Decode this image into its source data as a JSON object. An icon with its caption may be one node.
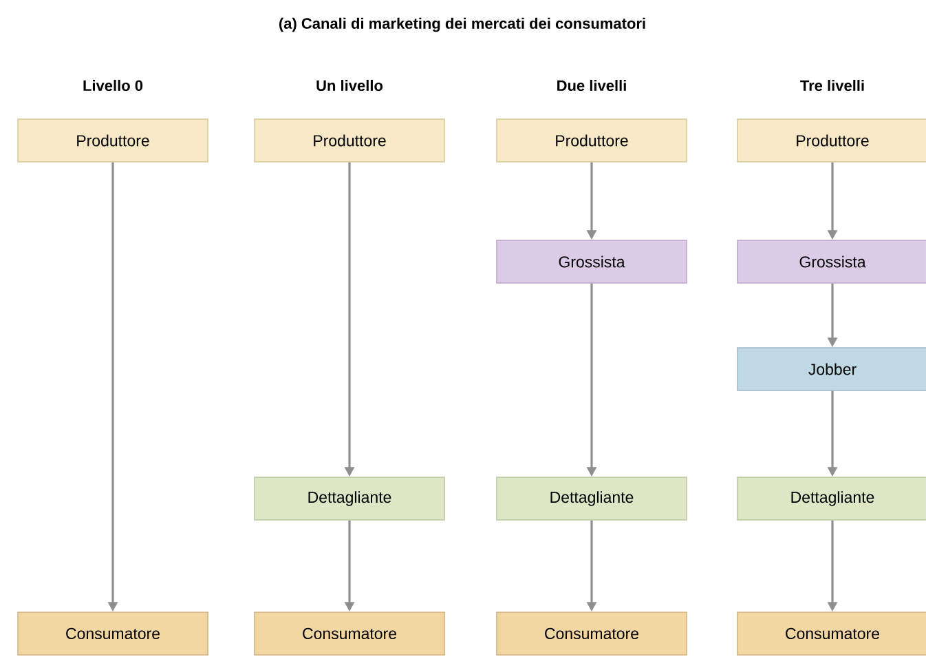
{
  "diagram": {
    "title": "(a) Canali di marketing dei mercati dei consumatori",
    "labels": [
      "Livello 0",
      "Un livello",
      "Due livelli",
      "Tre livelli"
    ],
    "nodes": [
      {
        "text": [
          "Produttore"
        ]
      },
      {
        "text": [
          "Consumatore"
        ]
      },
      {
        "text": [
          "Produttore"
        ]
      },
      {
        "text": [
          "Dettagliante"
        ]
      },
      {
        "text": [
          "Consumatore"
        ]
      },
      {
        "text": [
          "Produttore"
        ]
      },
      {
        "text": [
          "Grossista"
        ]
      },
      {
        "text": [
          "Dettagliante"
        ]
      },
      {
        "text": [
          "Consumatore"
        ]
      },
      {
        "text": [
          "Produttore"
        ]
      },
      {
        "text": [
          "Grossista"
        ]
      },
      {
        "text": [
          "Jobber"
        ]
      },
      {
        "text": [
          "Dettagliante"
        ]
      },
      {
        "text": [
          "Consumatore"
        ]
      }
    ],
    "edges": [
      {
        "from": 0,
        "to": 1,
        "arrow": "to"
      },
      {
        "from": 2,
        "to": 3,
        "arrow": "to"
      },
      {
        "from": 3,
        "to": 4,
        "arrow": "to"
      },
      {
        "from": 5,
        "to": 6,
        "arrow": "to"
      },
      {
        "from": 6,
        "to": 7,
        "arrow": "to"
      },
      {
        "from": 7,
        "to": 8,
        "arrow": "to"
      },
      {
        "from": 9,
        "to": 10,
        "arrow": "to"
      },
      {
        "from": 10,
        "to": 11,
        "arrow": "to"
      },
      {
        "from": 11,
        "to": 12,
        "arrow": "to"
      },
      {
        "from": 12,
        "to": 13,
        "arrow": "to"
      }
    ]
  }
}
